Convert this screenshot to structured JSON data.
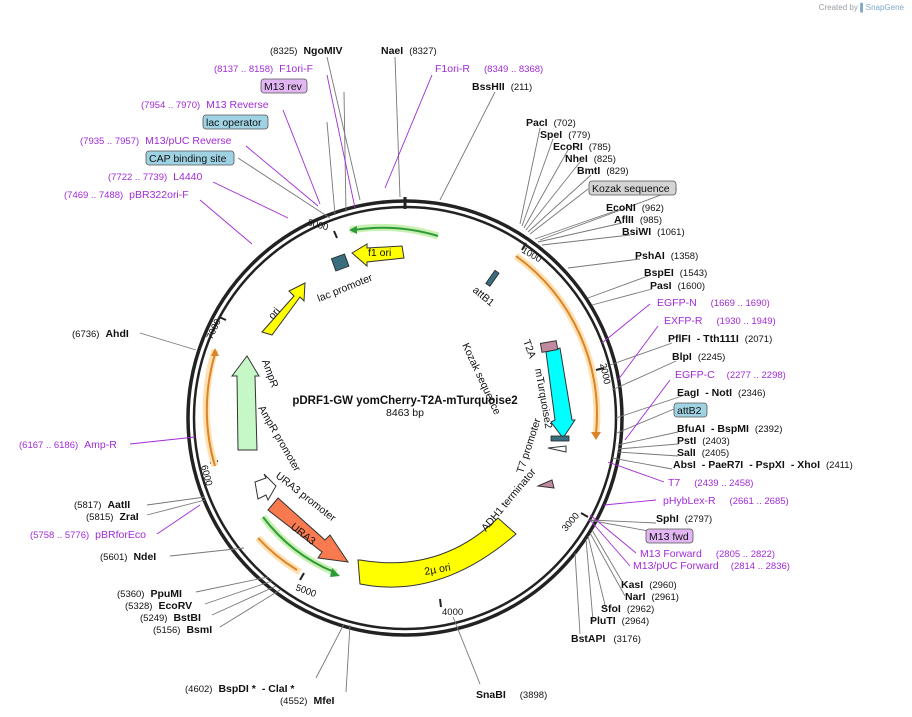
{
  "credit": {
    "prefix": "Created by",
    "brand": "SnapGene"
  },
  "plasmid": {
    "name": "pDRF1-GW yomCherry-T2A-mTurquoise2",
    "size": "8463 bp"
  },
  "ticks": [
    "1000",
    "2000",
    "3000",
    "4000",
    "5000",
    "6000",
    "7000",
    "8000"
  ],
  "sites": [
    {
      "name": "NgoMIV",
      "pos": "(8325)"
    },
    {
      "name": "NaeI",
      "pos": "(8327)"
    },
    {
      "name": "BssHII",
      "pos": "(211)"
    },
    {
      "name": "PacI",
      "pos": "(702)"
    },
    {
      "name": "SpeI",
      "pos": "(779)"
    },
    {
      "name": "EcoRI",
      "pos": "(785)"
    },
    {
      "name": "NheI",
      "pos": "(825)"
    },
    {
      "name": "BmtI",
      "pos": "(829)"
    },
    {
      "name": "EcoNI",
      "pos": "(962)"
    },
    {
      "name": "AflII",
      "pos": "(985)"
    },
    {
      "name": "BsiWI",
      "pos": "(1061)"
    },
    {
      "name": "PshAI",
      "pos": "(1358)"
    },
    {
      "name": "BspEI",
      "pos": "(1543)"
    },
    {
      "name": "PasI",
      "pos": "(1600)"
    },
    {
      "name": "PflFI",
      "pos": ""
    },
    {
      "name": "Tth111I",
      "pos": "(2071)"
    },
    {
      "name": "BlpI",
      "pos": "(2245)"
    },
    {
      "name": "EagI",
      "pos": ""
    },
    {
      "name": "NotI",
      "pos": "(2346)"
    },
    {
      "name": "BfuAI",
      "pos": ""
    },
    {
      "name": "BspMI",
      "pos": "(2392)"
    },
    {
      "name": "PstI",
      "pos": "(2403)"
    },
    {
      "name": "SalI",
      "pos": "(2405)"
    },
    {
      "name": "AbsI",
      "pos": ""
    },
    {
      "name": "PaeR7I",
      "pos": ""
    },
    {
      "name": "PspXI",
      "pos": ""
    },
    {
      "name": "XhoI",
      "pos": "(2411)"
    },
    {
      "name": "SphI",
      "pos": "(2797)"
    },
    {
      "name": "KasI",
      "pos": "(2960)"
    },
    {
      "name": "NarI",
      "pos": "(2961)"
    },
    {
      "name": "SfoI",
      "pos": "(2962)"
    },
    {
      "name": "PluTI",
      "pos": "(2964)"
    },
    {
      "name": "BstAPI",
      "pos": "(3176)"
    },
    {
      "name": "SnaBI",
      "pos": "(3898)"
    },
    {
      "name": "MfeI",
      "pos": "(4552)"
    },
    {
      "name": "BspDI *",
      "pos": "(4602)"
    },
    {
      "name": "ClaI *",
      "pos": ""
    },
    {
      "name": "BsmI",
      "pos": "(5156)"
    },
    {
      "name": "BstBI",
      "pos": "(5249)"
    },
    {
      "name": "EcoRV",
      "pos": "(5328)"
    },
    {
      "name": "PpuMI",
      "pos": "(5360)"
    },
    {
      "name": "NdeI",
      "pos": "(5601)"
    },
    {
      "name": "ZraI",
      "pos": "(5815)"
    },
    {
      "name": "AatII",
      "pos": "(5817)"
    },
    {
      "name": "AhdI",
      "pos": "(6736)"
    }
  ],
  "primers": [
    {
      "name": "F1ori-F",
      "pos": "(8137 .. 8158)"
    },
    {
      "name": "F1ori-R",
      "pos": "(8349 .. 8368)"
    },
    {
      "name": "M13 Reverse",
      "pos": "(7954 .. 7970)"
    },
    {
      "name": "M13/pUC Reverse",
      "pos": "(7935 .. 7957)"
    },
    {
      "name": "L4440",
      "pos": "(7722 .. 7739)"
    },
    {
      "name": "pBR322ori-F",
      "pos": "(7469 .. 7488)"
    },
    {
      "name": "EGFP-N",
      "pos": "(1669 .. 1690)"
    },
    {
      "name": "EXFP-R",
      "pos": "(1930 .. 1949)"
    },
    {
      "name": "EGFP-C",
      "pos": "(2277 .. 2298)"
    },
    {
      "name": "T7",
      "pos": "(2439 .. 2458)"
    },
    {
      "name": "pHybLex-R",
      "pos": "(2661 .. 2685)"
    },
    {
      "name": "M13 Forward",
      "pos": "(2805 .. 2822)"
    },
    {
      "name": "M13/pUC Forward",
      "pos": "(2814 .. 2836)"
    },
    {
      "name": "Amp-R",
      "pos": "(6167 .. 6186)"
    },
    {
      "name": "pBRforEco",
      "pos": "(5758 .. 5776)"
    }
  ],
  "boxes": [
    {
      "label": "M13 rev",
      "color": "#e2b6f2"
    },
    {
      "label": "lac operator",
      "color": "#9fd3e3"
    },
    {
      "label": "CAP binding site",
      "color": "#9fd3e3"
    },
    {
      "label": "Kozak sequence",
      "color": "#d4d4d4"
    },
    {
      "label": "attB2",
      "color": "#9fd3e3"
    },
    {
      "label": "M13 fwd",
      "color": "#e2b6f2"
    }
  ],
  "features": [
    {
      "label": "f1 ori",
      "color": "#ffff00"
    },
    {
      "label": "lac promoter",
      "color": "#ffffff"
    },
    {
      "label": "ori",
      "color": "#ffff00"
    },
    {
      "label": "AmpR",
      "color": "#c6f7c6"
    },
    {
      "label": "AmpR promoter",
      "color": "#ffffff"
    },
    {
      "label": "URA3 promoter",
      "color": "#ffffff"
    },
    {
      "label": "URA3",
      "color": "#f87a4e"
    },
    {
      "label": "2µ ori",
      "color": "#ffff00"
    },
    {
      "label": "ADH1 terminator",
      "color": "#ffffff"
    },
    {
      "label": "T7 promoter",
      "color": "#ffffff"
    },
    {
      "label": "mTurquoise2",
      "color": "#00ffff"
    },
    {
      "label": "T2A",
      "color": "#c08aa0"
    },
    {
      "label": "Kozak sequence",
      "color": "#c08aa0"
    },
    {
      "label": "attB1",
      "color": "#3a6e7e"
    }
  ]
}
